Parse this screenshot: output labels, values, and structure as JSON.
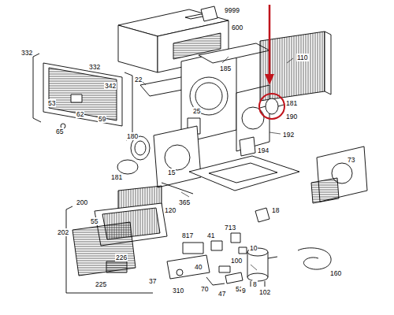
{
  "diagram": {
    "labels": [
      "600",
      "9999",
      "332",
      "332",
      "342",
      "53",
      "62",
      "59",
      "65",
      "22",
      "185",
      "110",
      "181",
      "190",
      "25",
      "192",
      "194",
      "180",
      "181",
      "15",
      "365",
      "120",
      "73",
      "200",
      "55",
      "202",
      "226",
      "225",
      "817",
      "41",
      "713",
      "10",
      "37",
      "310",
      "40",
      "70",
      "47",
      "52",
      "18",
      "100",
      "8",
      "9",
      "102",
      "160"
    ]
  }
}
